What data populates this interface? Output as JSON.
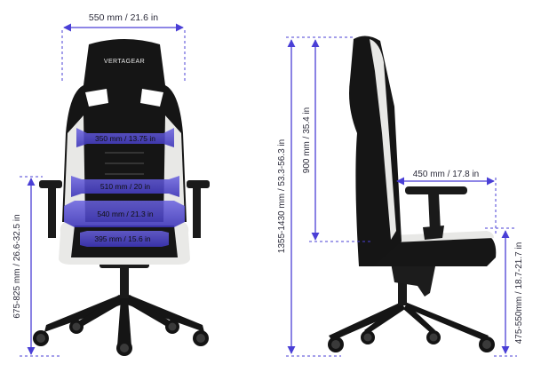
{
  "brand": "VERTAGEAR",
  "colors": {
    "accent": "#4a3fd6",
    "band": "#4d44c9",
    "chair_black": "#161616",
    "chair_dark": "#222222",
    "chair_white": "#e8e8e6",
    "wheel_gray": "#9a9a9a"
  },
  "front_view": {
    "overall_width": "550 mm / 21.6 in",
    "armrest_height": "675-825 mm / 26.6-32.5 in",
    "backrest_width_upper": "350 mm / 13.75 in",
    "lumbar_width": "510 mm / 20 in",
    "seat_width": "540 mm / 21.3 in",
    "seat_front_width": "395 mm / 15.6 in"
  },
  "side_view": {
    "overall_height": "1355-1430 mm / 53.3-56.3 in",
    "backrest_height": "900 mm / 35.4 in",
    "seat_depth": "450 mm / 17.8 in",
    "seat_height": "475-550mm / 18.7-21.7 in"
  }
}
